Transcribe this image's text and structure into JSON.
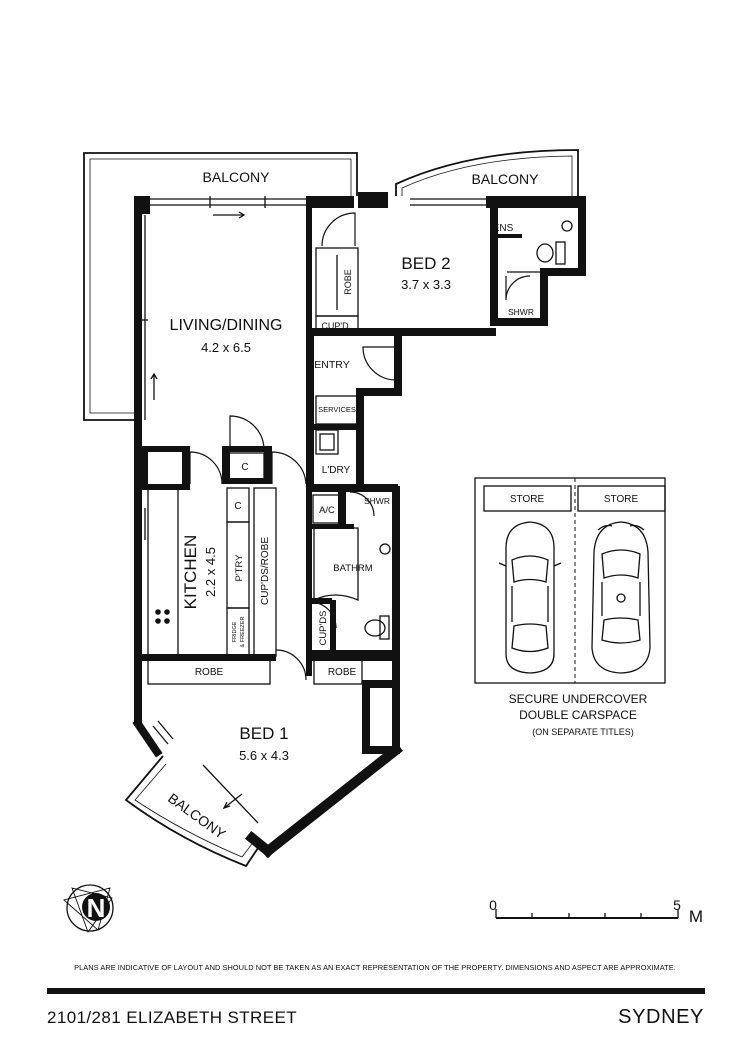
{
  "rooms": {
    "balcony_left": "BALCONY",
    "balcony_right": "BALCONY",
    "balcony_bed1": "BALCONY",
    "living_name": "LIVING/DINING",
    "living_size": "4.2 x 6.5",
    "bed2_name": "BED 2",
    "bed2_size": "3.7 x 3.3",
    "ens": "ENS",
    "shwr_top": "SHWR",
    "robe_bed2": "ROBE",
    "cupd_bed2": "CUP'D",
    "entry": "ENTRY",
    "services": "SERVICES",
    "c_hall": "C",
    "ldry": "L'DRY",
    "ac": "A/C",
    "shwr_bath": "SHWR",
    "bathrm": "BATHRM",
    "c_kitchen": "C",
    "kitchen_name": "KITCHEN",
    "kitchen_size": "2.2 x 4.5",
    "ptry": "P'TRY",
    "cupds_robe": "CUP'DS/ROBE",
    "fridge": "FRIDGE",
    "freezer": "& FREEZER",
    "cupds": "CUP'DS",
    "robe_left": "ROBE",
    "robe_right": "ROBE",
    "bed1_name": "BED 1",
    "bed1_size": "5.6 x 4.3"
  },
  "parking": {
    "store_left": "STORE",
    "store_right": "STORE",
    "caption_line1": "SECURE UNDERCOVER",
    "caption_line2": "DOUBLE CARSPACE",
    "caption_line3": "(ON SEPARATE TITLES)"
  },
  "scale": {
    "start": "0",
    "end": "5",
    "unit": "M"
  },
  "compass": {
    "letter": "N"
  },
  "footer": {
    "disclaimer": "PLANS ARE  INDICATIVE OF LAYOUT AND SHOULD NOT BE TAKEN AS AN EXACT REPRESENTATION OF THE PROPERTY. DIMENSIONS AND ASPECT ARE APPROXIMATE.",
    "address": "2101/281 ELIZABETH STREET",
    "city": "SYDNEY"
  }
}
